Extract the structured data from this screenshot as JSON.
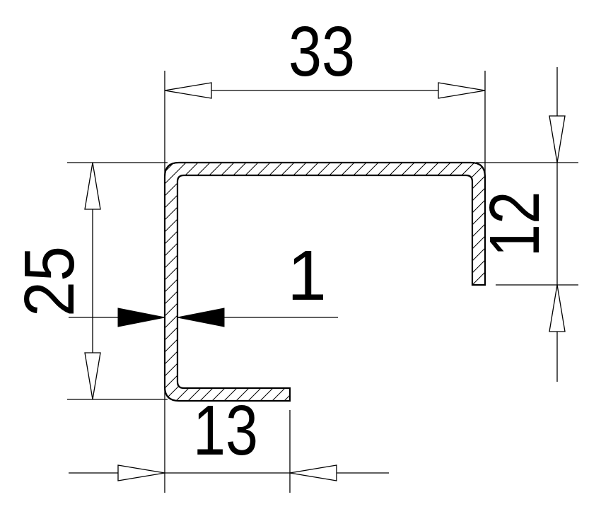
{
  "drawing": {
    "kind": "channel-profile-cross-section",
    "background_color": "#ffffff",
    "line_color": "#000000",
    "dimensions": {
      "top_width": "33",
      "left_height": "25",
      "right_flange_height": "12",
      "bottom_lip_width": "13",
      "wall_thickness": "1"
    }
  }
}
